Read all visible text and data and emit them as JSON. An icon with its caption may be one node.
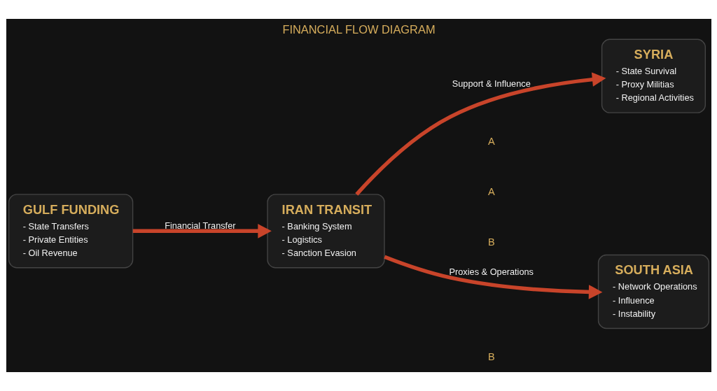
{
  "diagram": {
    "title": "FINANCIAL FLOW DIAGRAM",
    "nodes": [
      {
        "text": [
          "GULF FUNDING",
          "- State Transfers",
          "- Private Entities",
          "- Oil Revenue"
        ]
      },
      {
        "text": [
          "IRAN TRANSIT",
          "- Banking System",
          "- Logistics",
          "- Sanction Evasion"
        ]
      },
      {
        "text": [
          "SYRIA",
          "- State Survival",
          "- Proxy Militias",
          "- Regional Activities"
        ]
      },
      {
        "text": [
          "SOUTH ASIA",
          "- Network Operations",
          "- Influence",
          "- Instability"
        ]
      }
    ],
    "edges": [
      {
        "from": 0,
        "to": 1,
        "arrow": "to",
        "label": "Financial Transfer"
      },
      {
        "from": 1,
        "to": 2,
        "arrow": "to",
        "label": "Support & Influence"
      },
      {
        "from": 1,
        "to": 3,
        "arrow": "to",
        "label": "Proxies & Operations"
      }
    ],
    "labels": [
      "A",
      "A",
      "B",
      "B"
    ]
  }
}
